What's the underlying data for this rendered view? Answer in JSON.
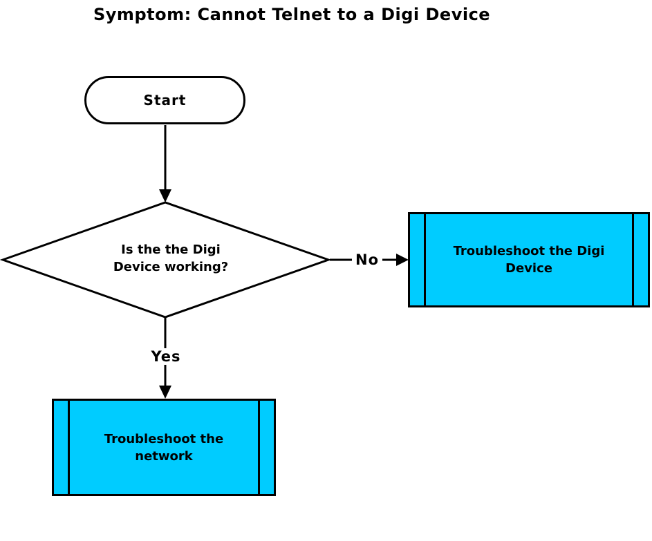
{
  "title": "Symptom: Cannot Telnet to a Digi Device",
  "nodes": {
    "start": {
      "label": "Start",
      "type": "terminator"
    },
    "decision": {
      "label": "Is the the Digi Device working?",
      "type": "decision"
    },
    "troubleshoot_digi": {
      "label": "Troubleshoot the Digi Device",
      "type": "predefined-process"
    },
    "troubleshoot_network": {
      "label": "Troubleshoot the network",
      "type": "predefined-process"
    }
  },
  "edges": {
    "no_label": "No",
    "yes_label": "Yes"
  },
  "colors": {
    "process_fill": "#00ccff",
    "decision_fill": "#ffffff",
    "line": "#000000",
    "background": "#ffffff"
  }
}
